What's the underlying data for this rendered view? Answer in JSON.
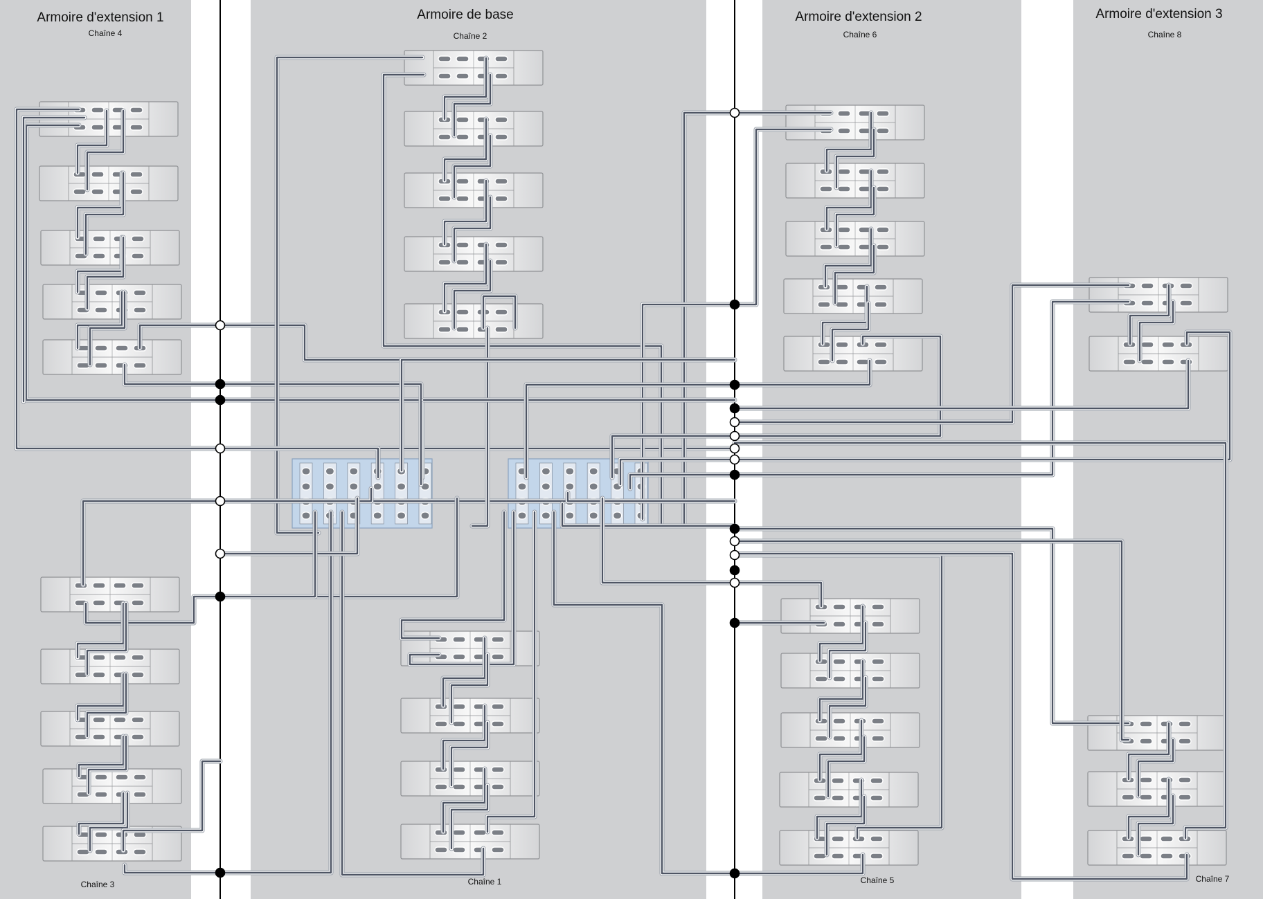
{
  "cabinets": [
    {
      "id": "ext1",
      "title": "Armoire d'extension 1",
      "chains": [
        "Chaîne 4",
        "Chaîne 3"
      ]
    },
    {
      "id": "base",
      "title": "Armoire de base",
      "chains": [
        "Chaîne 2",
        "Chaîne 1"
      ]
    },
    {
      "id": "ext2",
      "title": "Armoire d'extension 2",
      "chains": [
        "Chaîne 6",
        "Chaîne 5"
      ]
    },
    {
      "id": "ext3",
      "title": "Armoire d'extension 3",
      "chains": [
        "Chaîne 8",
        "Chaîne 7"
      ]
    }
  ],
  "colors": {
    "cabinet_bg": "#cfd0d2",
    "gap_bg": "#ffffff",
    "divider": "#000000",
    "cable_outer": "#ffffff",
    "cable_inner": "#4e5564",
    "shelf_fill": "#eceded",
    "shelf_edge": "#8f9194",
    "controller_fill": "#c3d6ea",
    "port_fill": "#7b7f86"
  }
}
